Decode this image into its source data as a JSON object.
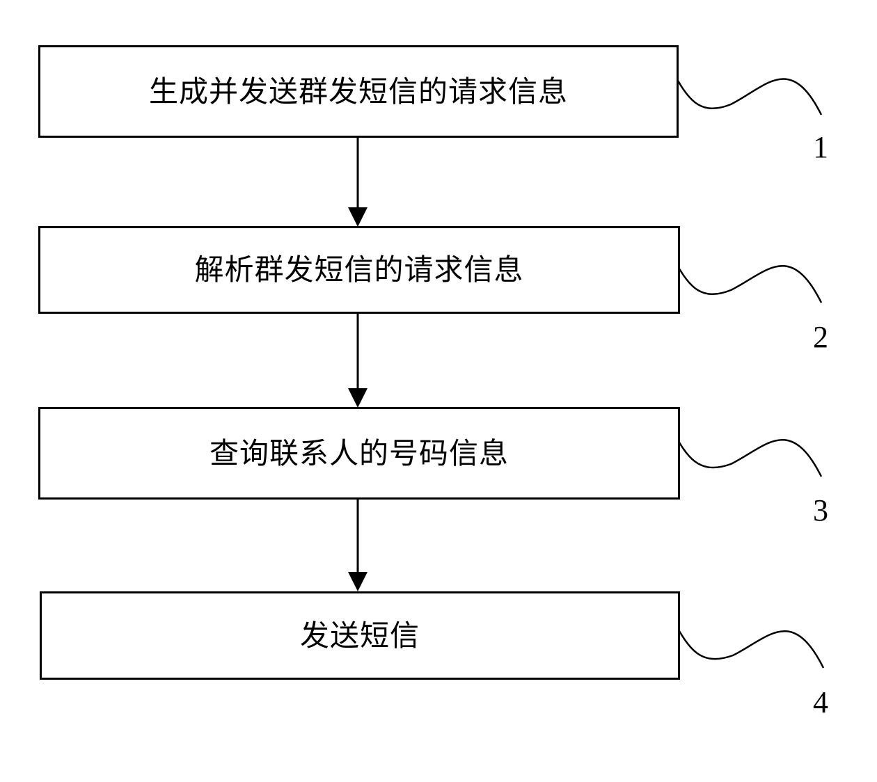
{
  "steps": [
    {
      "label": "生成并发送群发短信的请求信息",
      "ref": "1"
    },
    {
      "label": "解析群发短信的请求信息",
      "ref": "2"
    },
    {
      "label": "查询联系人的号码信息",
      "ref": "3"
    },
    {
      "label": "发送短信",
      "ref": "4"
    }
  ],
  "colors": {
    "line": "#000000",
    "background": "#ffffff"
  }
}
